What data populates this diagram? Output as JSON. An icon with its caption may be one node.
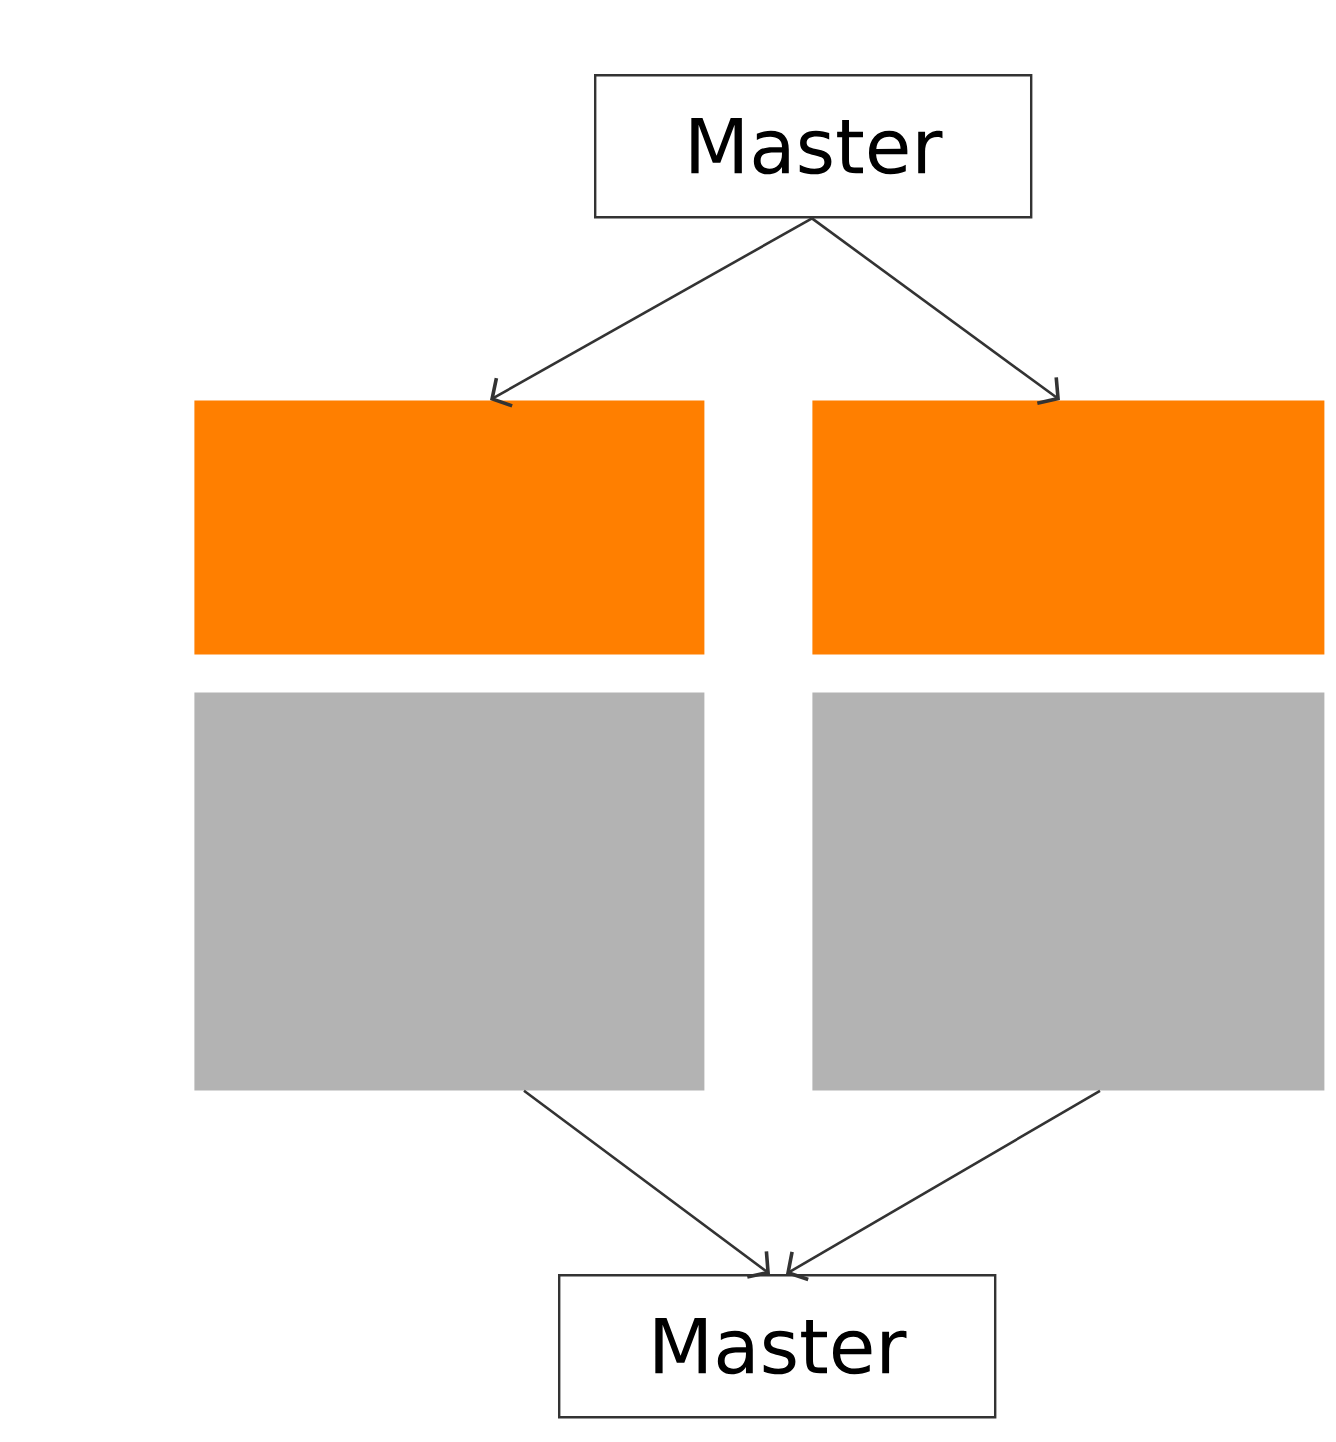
{
  "diagram": {
    "nodes": [
      {
        "text": [
          "Master"
        ]
      },
      {
        "text": [],
        "shape": "box"
      },
      {
        "text": [],
        "shape": "box"
      },
      {
        "text": [],
        "shape": "box"
      },
      {
        "text": [],
        "shape": "box"
      },
      {
        "text": [
          "Master"
        ]
      }
    ],
    "edges": [
      {
        "from": 0,
        "to": 1,
        "arrow": "to"
      },
      {
        "from": 0,
        "to": 2,
        "arrow": "to"
      },
      {
        "from": 3,
        "to": 5,
        "arrow": "to"
      },
      {
        "from": 4,
        "to": 5,
        "arrow": "to"
      }
    ]
  }
}
